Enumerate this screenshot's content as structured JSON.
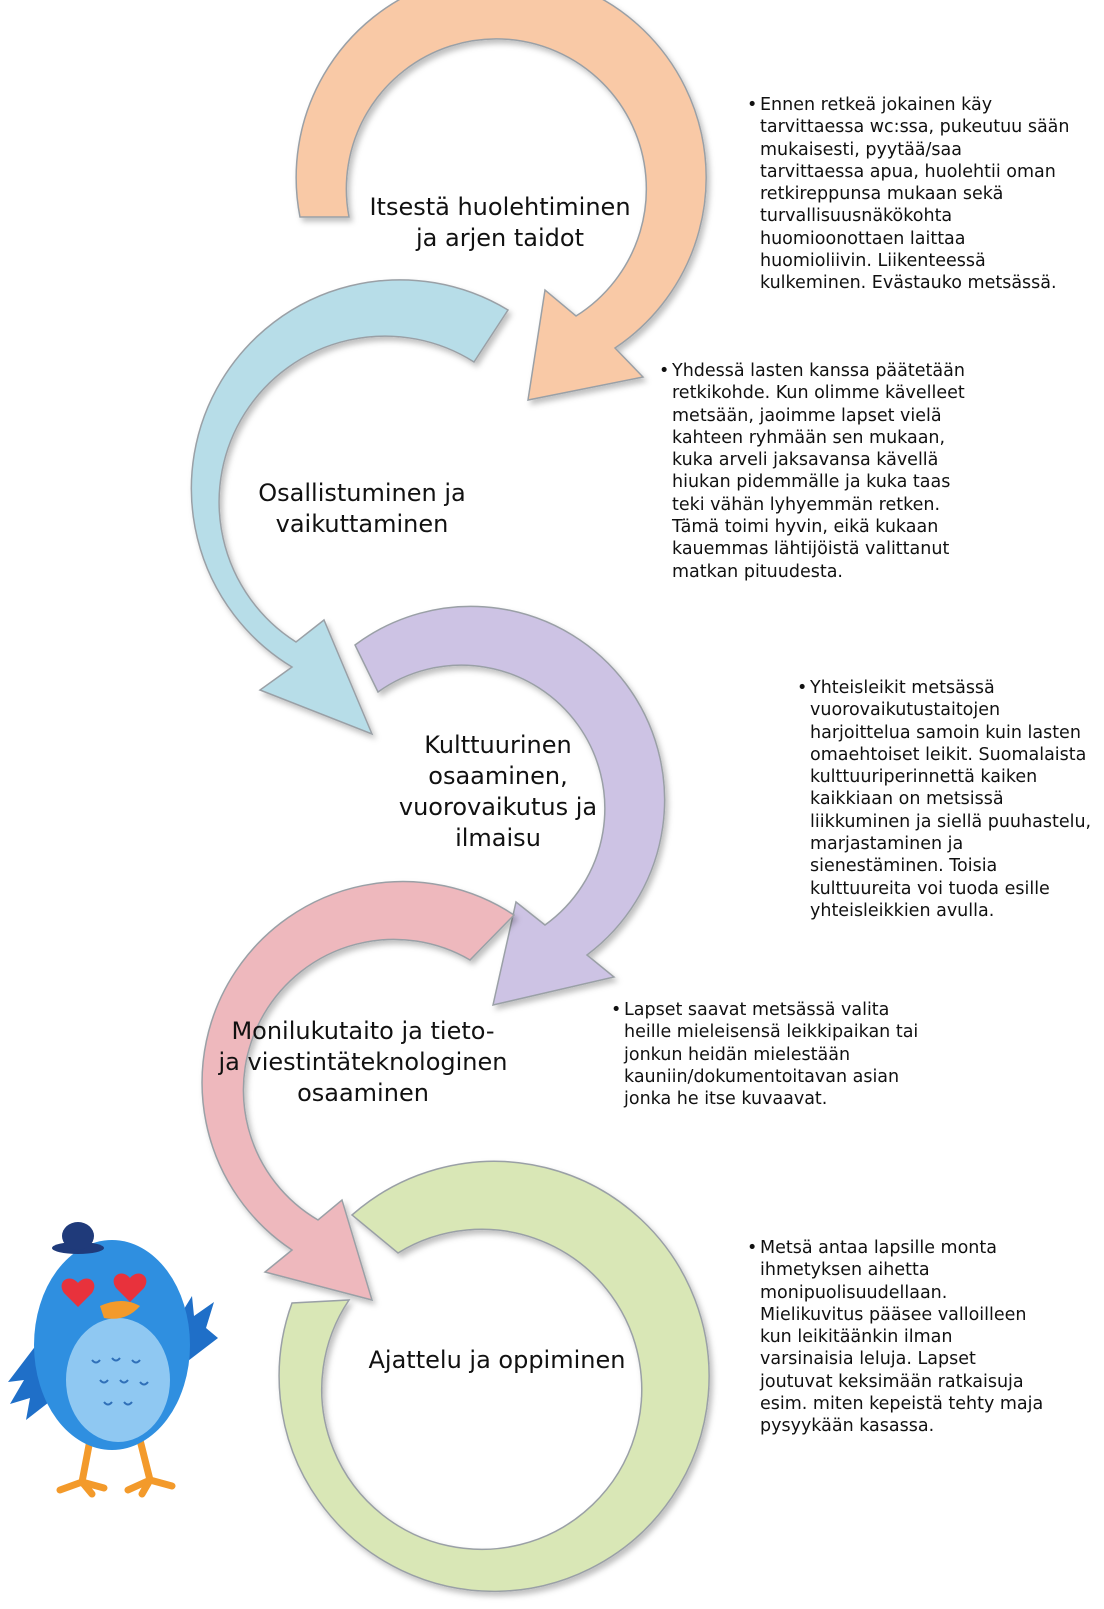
{
  "steps": [
    {
      "title": "Itsestä huolehtiminen ja arjen taidot",
      "color": "#f9c9a6"
    },
    {
      "title": "Osallistuminen ja vaikuttaminen",
      "color": "#b7dde8"
    },
    {
      "title": "Kulttuurinen osaaminen, vuorovaikutus ja ilmaisu",
      "color": "#cdc3e4"
    },
    {
      "title": "Monilukutaito ja tieto- ja viestintäteknologinen osaaminen",
      "color": "#eeb8bd"
    },
    {
      "title": "Ajattelu ja oppiminen",
      "color": "#d9e7b6"
    }
  ],
  "notes": [
    "Ennen retkeä jokainen käy tarvittaessa wc:ssa, pukeutuu sään mukaisesti, pyytää/saa tarvittaessa apua, huolehtii oman retkireppunsa mukaan sekä turvallisuusnäkökohta huomioonottaen laittaa huomioliivin. Liikenteessä kulkeminen. Evästauko metsässä.",
    "Yhdessä lasten kanssa päätetään retkikohde. Kun olimme kävelleet metsään, jaoimme lapset vielä kahteen ryhmään sen mukaan, kuka arveli jaksavansa kävellä hiukan pidemmälle ja kuka taas teki vähän lyhyemmän retken. Tämä toimi hyvin, eikä kukaan kauemmas lähtijöistä valittanut matkan pituudesta.",
    "Yhteisleikit metsässä vuorovaikutustaitojen harjoittelua samoin kuin lasten omaehtoiset leikit. Suomalaista kulttuuriperinnettä kaiken kaikkiaan on metsissä liikkuminen ja siellä puuhastelu, marjastaminen ja sienestäminen. Toisia kulttuureita voi tuoda esille yhteisleikkien avulla.",
    "Lapset saavat metsässä valita heille mieleisensä leikkipaikan tai jonkun heidän mielestään kauniin/dokumentoitavan asian jonka he itse kuvaavat.",
    "Metsä antaa lapsille monta ihmetyksen aihetta monipuolisuudellaan. Mielikuvitus pääsee valloilleen kun leikitäänkin ilman varsinaisia leluja. Lapset joutuvat keksimään ratkaisuja esim. miten kepeistä tehty maja pysyykään kasassa."
  ],
  "bullet_glyph": "•",
  "mascot": {
    "icon": "blue-bird-mascot-icon",
    "body_color": "#2f8fe0",
    "hat_color": "#1f3a7a",
    "eye_color": "#e8323c",
    "beak_color": "#f39a2b"
  }
}
